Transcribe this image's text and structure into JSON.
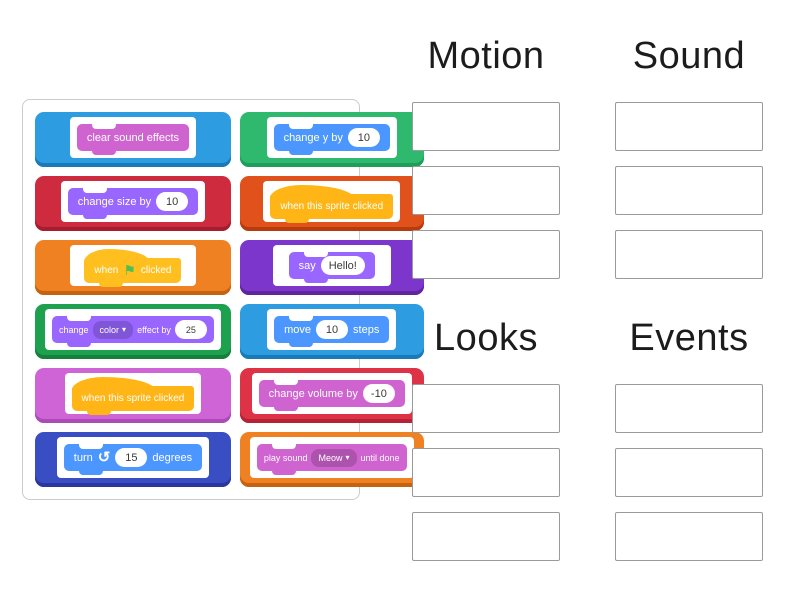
{
  "page": {
    "background": "#ffffff"
  },
  "palette": {
    "motion_block": "#4c97ff",
    "looks_block": "#9966ff",
    "sound_block": "#cf63cf",
    "events_block": "#ffb515",
    "flag_green": "#4cbf56"
  },
  "icons": {
    "caret_down": "▾",
    "green_flag": "⚑",
    "turn_ccw": "↺"
  },
  "groups": [
    {
      "title": "Motion"
    },
    {
      "title": "Sound"
    },
    {
      "title": "Looks"
    },
    {
      "title": "Events"
    }
  ],
  "tiles": [
    {
      "label": "clear sound effects",
      "tile_color": "#2d9ce0",
      "tile_dark": "#1a7ab8",
      "block_color": "#cf63cf",
      "type": "stack",
      "parts": {
        "p0": "clear sound effects"
      }
    },
    {
      "label": "change y by 10",
      "tile_color": "#2eb96e",
      "tile_dark": "#1e9e58",
      "block_color": "#4c97ff",
      "type": "stack",
      "parts": {
        "p0": "change y by",
        "p1": "10"
      }
    },
    {
      "label": "change size by 10",
      "tile_color": "#ce2b3e",
      "tile_dark": "#a51e2f",
      "block_color": "#9966ff",
      "type": "stack",
      "parts": {
        "p0": "change size by",
        "p1": "10"
      }
    },
    {
      "label": "when this sprite clicked",
      "tile_color": "#e1511c",
      "tile_dark": "#b63c10",
      "block_color": "#ffb515",
      "type": "hat",
      "parts": {
        "p0": "when this sprite clicked"
      }
    },
    {
      "label": "when flag clicked",
      "tile_color": "#ef8122",
      "tile_dark": "#c66311",
      "block_color": "#ffbf1e",
      "type": "hat",
      "parts": {
        "p0": "when",
        "p1": "clicked"
      }
    },
    {
      "label": "say Hello!",
      "tile_color": "#7d36cc",
      "tile_dark": "#61249f",
      "block_color": "#9966ff",
      "type": "stack",
      "parts": {
        "p0": "say",
        "p1": "Hello!"
      }
    },
    {
      "label": "change color effect by 25",
      "tile_color": "#1da14f",
      "tile_dark": "#15803c",
      "block_color": "#9966ff",
      "type": "stack",
      "parts": {
        "p0": "change",
        "p1": "color",
        "p2": "effect by",
        "p3": "25"
      }
    },
    {
      "label": "move 10 steps",
      "tile_color": "#2d9ce0",
      "tile_dark": "#1a7ab8",
      "block_color": "#4c97ff",
      "type": "stack",
      "parts": {
        "p0": "move",
        "p1": "10",
        "p2": "steps"
      }
    },
    {
      "label": "when this sprite clicked",
      "tile_color": "#ce64d6",
      "tile_dark": "#ab4cb4",
      "block_color": "#ffb515",
      "type": "hat",
      "parts": {
        "p0": "when this sprite clicked"
      }
    },
    {
      "label": "change volume by -10",
      "tile_color": "#de3247",
      "tile_dark": "#b52337",
      "block_color": "#cf63cf",
      "type": "stack",
      "parts": {
        "p0": "change volume by",
        "p1": "-10"
      }
    },
    {
      "label": "turn 15 degrees",
      "tile_color": "#3a4ec4",
      "tile_dark": "#2a379e",
      "block_color": "#4c97ff",
      "type": "stack",
      "parts": {
        "p0": "turn",
        "p1": "15",
        "p2": "degrees"
      }
    },
    {
      "label": "play sound Meow until done",
      "tile_color": "#ef8122",
      "tile_dark": "#c66311",
      "block_color": "#cf63cf",
      "type": "stack",
      "parts": {
        "p0": "play sound",
        "p1": "Meow",
        "p2": "until done"
      }
    }
  ]
}
